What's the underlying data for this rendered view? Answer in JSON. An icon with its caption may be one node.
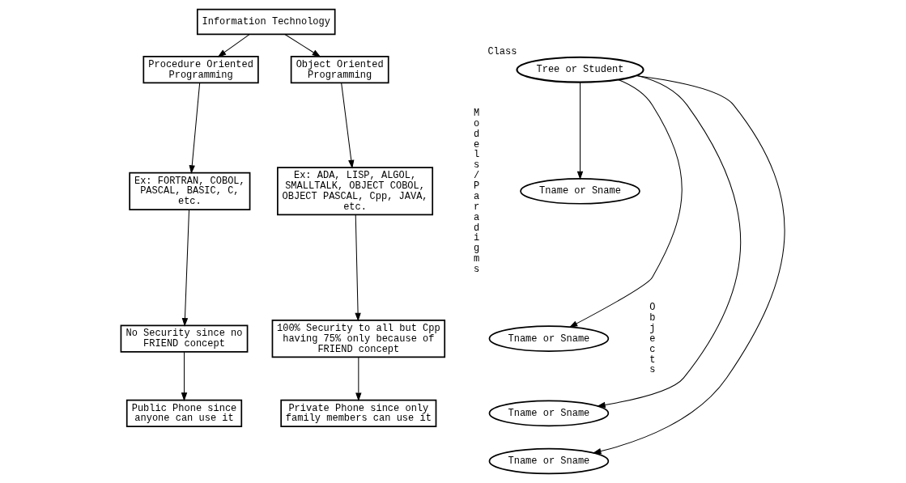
{
  "diagram": {
    "nodes": [
      {
        "text": [
          "Information Technology"
        ]
      },
      {
        "text": [
          "Procedure Oriented Programming"
        ]
      },
      {
        "text": [
          "Object Oriented Programming"
        ]
      },
      {
        "text": [
          "Ex: FORTRAN, COBOL, PASCAL, BASIC, C, etc."
        ]
      },
      {
        "text": [
          "Ex: ADA, LISP, ALGOL, SMALLTALK, OBJECT COBOL, OBJECT PASCAL, Cpp, JAVA, etc."
        ]
      },
      {
        "text": [
          "No Security since no FRIEND concept"
        ]
      },
      {
        "text": [
          "100% Security to all but Cpp having 75% only because of FRIEND concept"
        ]
      },
      {
        "text": [
          "Public Phone since anyone can use it"
        ]
      },
      {
        "text": [
          "Private Phone since only family members can use it"
        ]
      },
      {
        "text": [
          "Class",
          "Tree or Student"
        ]
      },
      {
        "text": [
          "Tname or Sname"
        ]
      },
      {
        "text": [
          "Tname or Sname"
        ]
      },
      {
        "text": [
          "Tname or Sname"
        ]
      },
      {
        "text": [
          "Tname or Sname"
        ]
      }
    ],
    "edges": [
      {
        "from": 0,
        "to": 1,
        "arrow": "to"
      },
      {
        "from": 0,
        "to": 2,
        "arrow": "to"
      },
      {
        "from": 1,
        "to": 3,
        "arrow": "to"
      },
      {
        "from": 2,
        "to": 4,
        "arrow": "to"
      },
      {
        "from": 3,
        "to": 5,
        "arrow": "to"
      },
      {
        "from": 4,
        "to": 6,
        "arrow": "to"
      },
      {
        "from": 5,
        "to": 7,
        "arrow": "to"
      },
      {
        "from": 6,
        "to": 8,
        "arrow": "to"
      },
      {
        "from": 9,
        "to": 10,
        "arrow": "to"
      },
      {
        "from": 9,
        "to": 11,
        "arrow": "to"
      },
      {
        "from": 9,
        "to": 12,
        "arrow": "to"
      },
      {
        "from": 9,
        "to": 13,
        "arrow": "to"
      }
    ],
    "labels": [
      "Models/Paradigms",
      "Objects"
    ]
  }
}
